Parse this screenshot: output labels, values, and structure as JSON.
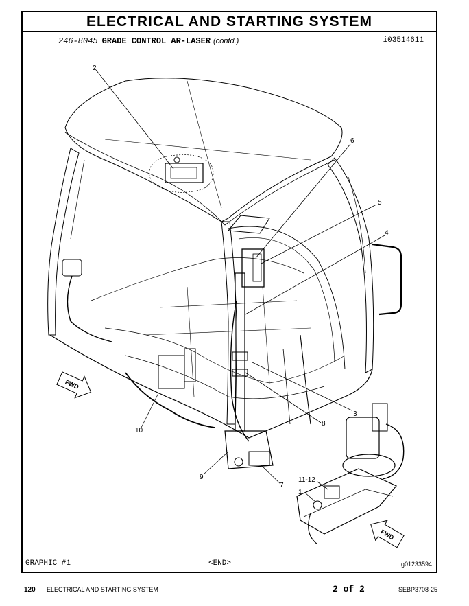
{
  "header": {
    "title": "ELECTRICAL AND STARTING SYSTEM",
    "part_number": "246-8045",
    "part_name": "GRADE CONTROL AR-LASER",
    "contd": "(contd.)",
    "illustration_id": "i03514611"
  },
  "illustration": {
    "callouts": [
      "2",
      "6",
      "5",
      "4",
      "3",
      "8",
      "10",
      "9",
      "7",
      "11-12",
      "1"
    ],
    "direction_labels": [
      "FWD",
      "FWD"
    ]
  },
  "bottom": {
    "graphic": "GRAPHIC #1",
    "end": "<END>",
    "graphic_id": "g01233594"
  },
  "footer": {
    "page_number": "120",
    "section": "ELECTRICAL AND STARTING SYSTEM",
    "page_of": "2 of 2",
    "doc_id": "SEBP3708-25"
  }
}
